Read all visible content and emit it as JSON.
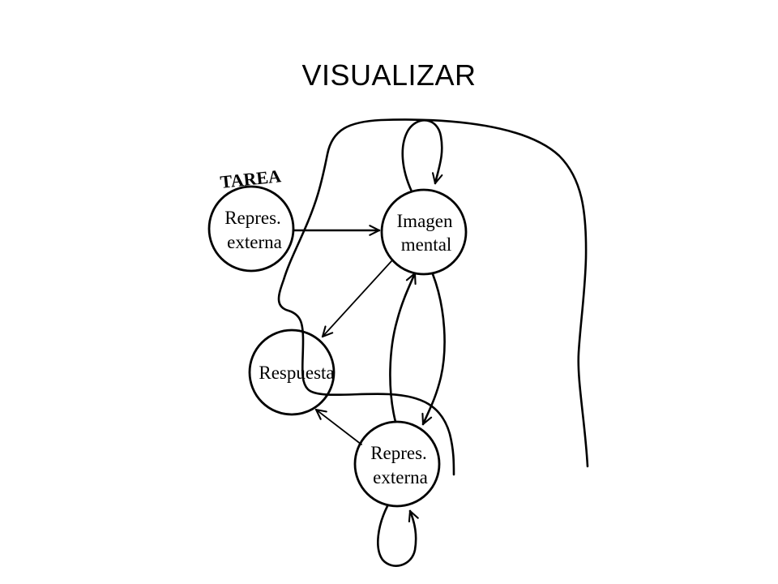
{
  "title": "VISUALIZAR",
  "diagram": {
    "task_label": "TAREA",
    "nodes": {
      "external_top": {
        "line1": "Repres.",
        "line2": "externa"
      },
      "mental_image": {
        "line1": "Imagen",
        "line2": "mental"
      },
      "response": {
        "line1": "Respuesta"
      },
      "external_bottom": {
        "line1": "Repres.",
        "line2": "externa"
      }
    }
  }
}
